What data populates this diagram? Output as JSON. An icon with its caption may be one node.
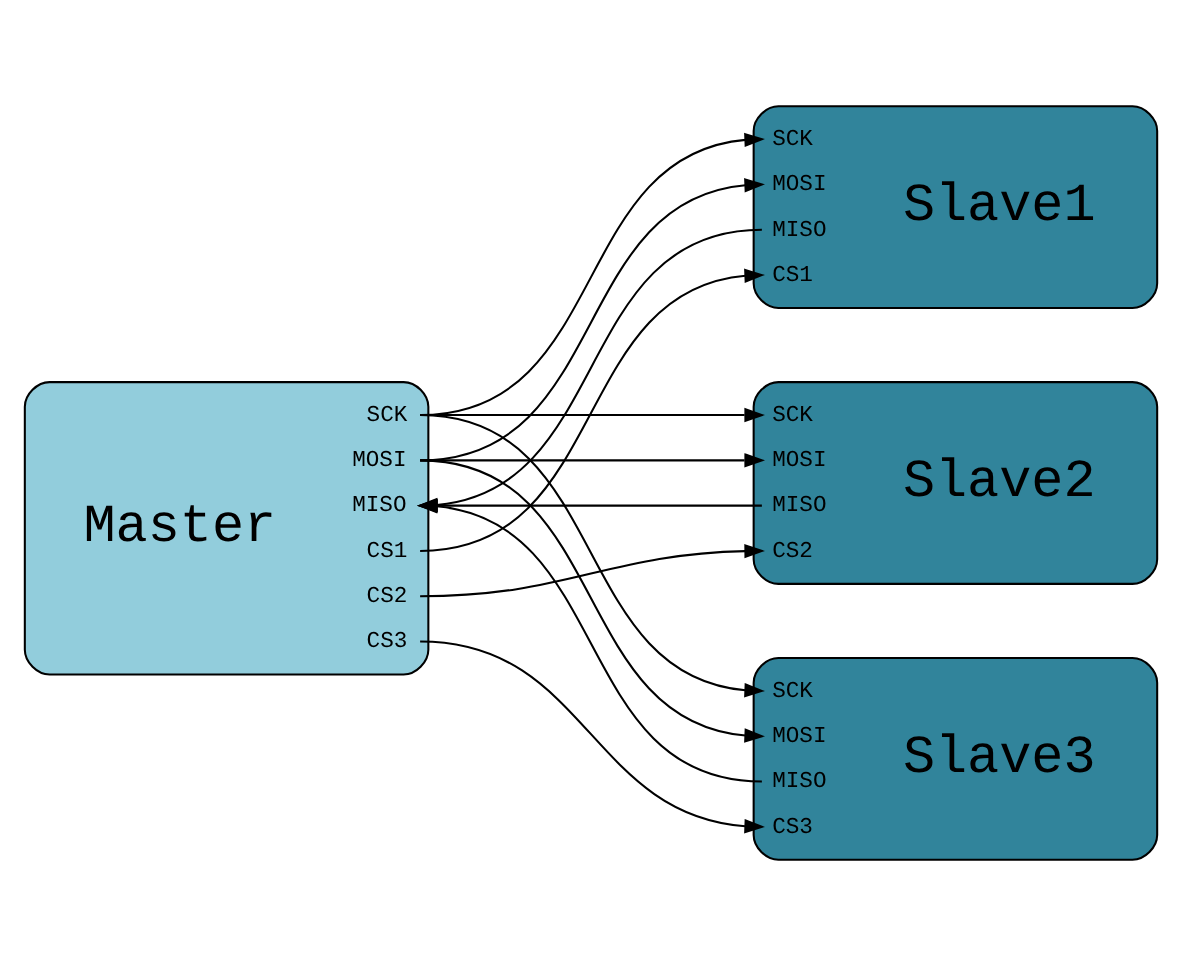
{
  "diagram": {
    "nodes": [
      {
        "text": [
          "Master",
          "SCK",
          "MOSI",
          "MISO",
          "CS1",
          "CS2",
          "CS3"
        ]
      },
      {
        "text": [
          "SCK",
          "MOSI",
          "MISO",
          "CS1",
          "Slave1"
        ]
      },
      {
        "text": [
          "SCK",
          "MOSI",
          "MISO",
          "CS2",
          "Slave2"
        ]
      },
      {
        "text": [
          "SCK",
          "MOSI",
          "MISO",
          "CS3",
          "Slave3"
        ]
      }
    ],
    "edges": [
      {
        "from": 0,
        "to": 1,
        "arrow": "to"
      },
      {
        "from": 0,
        "to": 1,
        "arrow": "to"
      },
      {
        "from": 1,
        "to": 0,
        "arrow": "to"
      },
      {
        "from": 0,
        "to": 1,
        "arrow": "to"
      },
      {
        "from": 0,
        "to": 2,
        "arrow": "to"
      },
      {
        "from": 0,
        "to": 2,
        "arrow": "to"
      },
      {
        "from": 2,
        "to": 0,
        "arrow": "to"
      },
      {
        "from": 0,
        "to": 2,
        "arrow": "to"
      },
      {
        "from": 0,
        "to": 3,
        "arrow": "to"
      },
      {
        "from": 0,
        "to": 3,
        "arrow": "to"
      },
      {
        "from": 3,
        "to": 0,
        "arrow": "to"
      },
      {
        "from": 0,
        "to": 3,
        "arrow": "to"
      }
    ]
  }
}
